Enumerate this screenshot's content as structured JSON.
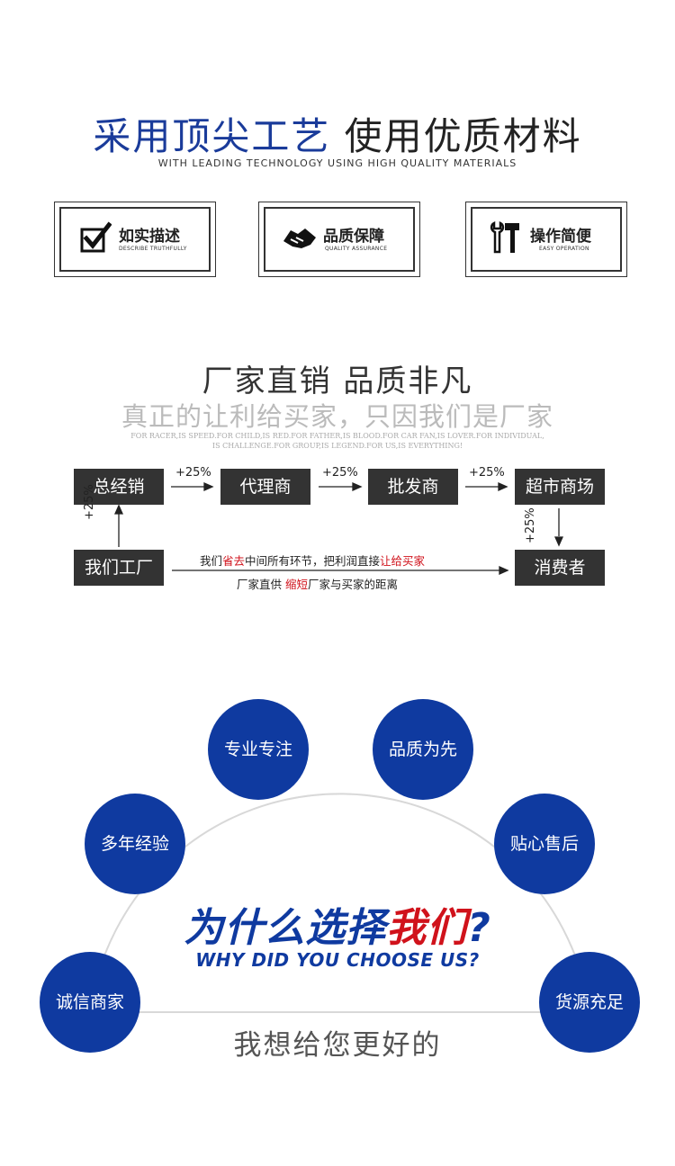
{
  "header": {
    "title_blue": "采用顶尖工艺",
    "title_dark": " 使用优质材料",
    "subtitle": "WITH LEADING TECHNOLOGY USING HIGH QUALITY MATERIALS"
  },
  "features": [
    {
      "icon": "checkbox-icon",
      "label": "如实描述",
      "en": "DESCRIBE TRUTHFULLY"
    },
    {
      "icon": "handshake-icon",
      "label": "品质保障",
      "en": "QUALITY ASSURANCE"
    },
    {
      "icon": "tools-icon",
      "label": "操作简便",
      "en": "EASY OPERATION"
    }
  ],
  "direct": {
    "title": "厂家直销  品质非凡",
    "subtitle": "真正的让利给买家，只因我们是厂家",
    "en_line1": "FOR RACER,IS SPEED.FOR CHILD,IS RED.FOR FATHER,IS BLOOD.FOR CAR FAN,IS LOVER.FOR INDIVIDUAL,",
    "en_line2": "IS CHALLENGE.FOR GROUP,IS LEGEND.FOR US,IS EVERYTHING!"
  },
  "flow": {
    "boxes": [
      "总经销",
      "代理商",
      "批发商",
      "超市商场",
      "我们工厂",
      "消费者"
    ],
    "markup": "+25%",
    "message1": {
      "p1": "我们",
      "r1": "省去",
      "p2": "中间所有环节，把利润直接",
      "r2": "让给买家"
    },
    "message2": {
      "p1": "厂家直供 ",
      "r1": "缩短",
      "p2": "厂家与买家的距离"
    }
  },
  "why": {
    "circles": [
      "专业专注",
      "品质为先",
      "多年经验",
      "贴心售后",
      "诚信商家",
      "货源充足"
    ],
    "title_blue": "为什么选择",
    "title_red": "我们",
    "title_q": "?",
    "title_en": "WHY DID YOU CHOOSE US?",
    "slogan": "我想给您更好的"
  },
  "colors": {
    "brand_blue": "#0f3aa0",
    "accent_red": "#d0121b",
    "box_dark": "#333333"
  }
}
